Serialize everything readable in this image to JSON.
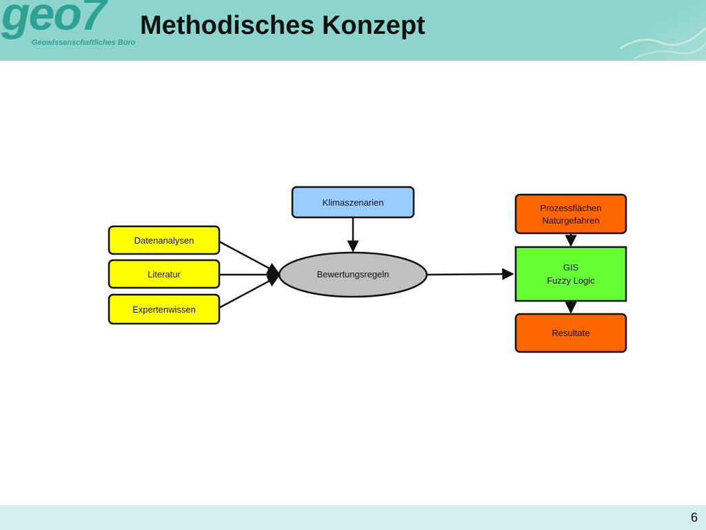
{
  "header": {
    "logo_text": "geo7",
    "logo_subtitle": "Geowissenschaftliches Büro",
    "title": "Methodisches Konzept"
  },
  "diagram": {
    "inputs": [
      {
        "id": "datenanalysen",
        "label": "Datenanalysen",
        "color": "#ffff00"
      },
      {
        "id": "literatur",
        "label": "Literatur",
        "color": "#ffff00"
      },
      {
        "id": "expertenwissen",
        "label": "Expertenwissen",
        "color": "#ffff00"
      }
    ],
    "klimaszenarien": {
      "label": "Klimaszenarien",
      "color": "#99ccff"
    },
    "bewertungsregeln": {
      "label": "Bewertungsregeln",
      "color": "#c0c0c0"
    },
    "prozessflaechen": {
      "line1": "Prozessflächen",
      "line2": "Naturgefahren",
      "color": "#ff6600"
    },
    "gis": {
      "line1": "GIS",
      "line2": "Fuzzy Logic",
      "color": "#66ff33"
    },
    "resultate": {
      "label": "Resultate",
      "color": "#ff6600"
    }
  },
  "footer": {
    "page_number": "6"
  }
}
